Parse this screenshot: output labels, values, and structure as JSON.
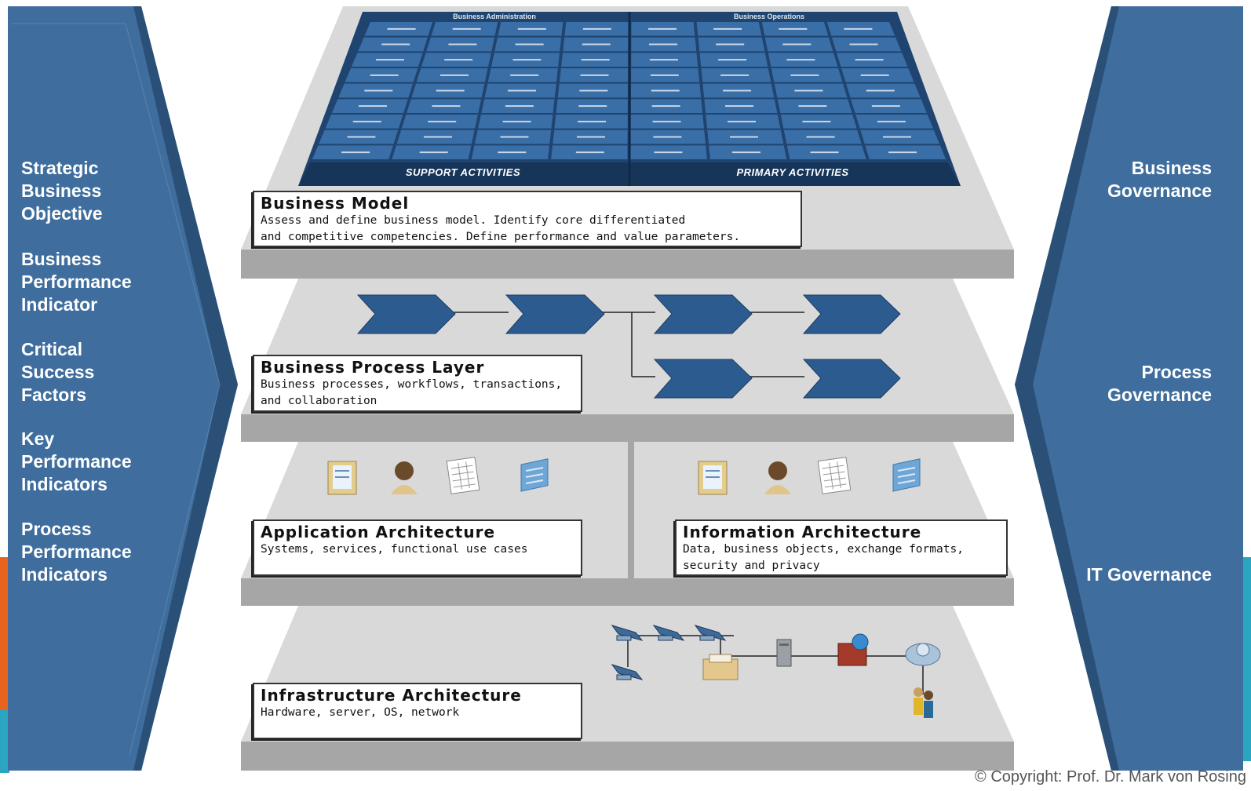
{
  "left_panel": {
    "items": [
      "Strategic\nBusiness\nObjective",
      "Business\nPerformance\nIndicator",
      "Critical\nSuccess\nFactors",
      "Key\nPerformance\nIndicators",
      "Process\nPerformance\nIndicators"
    ]
  },
  "right_panel": {
    "business_governance": "Business\nGovernance",
    "process_governance": "Process\nGovernance",
    "it_governance": "IT Governance"
  },
  "grid": {
    "header_left": "Business Administration",
    "header_right": "Business Operations",
    "footer_left": "SUPPORT ACTIVITIES",
    "footer_right": "PRIMARY ACTIVITIES"
  },
  "layers": {
    "business_model": {
      "title": "Business Model",
      "desc1": "Assess and define business model. Identify core differentiated",
      "desc2": "and competitive competencies. Define performance and value parameters."
    },
    "business_process": {
      "title": "Business Process Layer",
      "desc1": "Business processes, workflows, transactions,",
      "desc2": "and collaboration"
    },
    "application": {
      "title": "Application Architecture",
      "desc1": "Systems, services, functional use cases"
    },
    "information": {
      "title": "Information Architecture",
      "desc1": "Data, business objects, exchange formats,",
      "desc2": "security and privacy"
    },
    "infrastructure": {
      "title": "Infrastructure Architecture",
      "desc1": "Hardware, server, OS, network"
    }
  },
  "copyright": "© Copyright: Prof. Dr. Mark von Rosing",
  "colors": {
    "panel_blue": "#3f6e9e",
    "panel_dark": "#2a5078",
    "layer_top": "#d9d9d9",
    "layer_side": "#a6a6a6",
    "grid_bg": "#2d5a8a",
    "accent_orange": "#e8641e",
    "accent_teal": "#2aa6c2"
  }
}
